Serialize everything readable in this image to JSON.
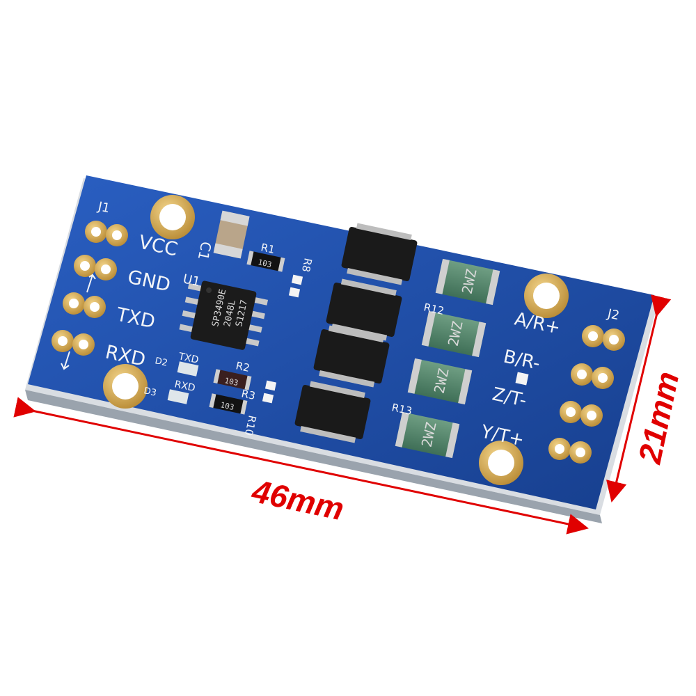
{
  "board": {
    "header_left": "J1",
    "header_right": "J2",
    "left_pins": [
      "VCC",
      "GND",
      "TXD",
      "RXD"
    ],
    "right_pins": [
      "A/R+",
      "B/R-",
      "Z/T-",
      "Y/T+"
    ],
    "ic_lines": [
      "SP3490E",
      "2048L",
      "S1217"
    ],
    "fuse_label": "2WZ",
    "resistor_code": "103",
    "led_labels": [
      "TXD",
      "RXD"
    ],
    "ref_labels": [
      "R1",
      "R2",
      "R3",
      "R8",
      "R10",
      "R12",
      "R13",
      "D2",
      "D3",
      "U1",
      "C1"
    ],
    "colors": {
      "pcb": "#1f4fa8",
      "gold": "#d8b25e",
      "dimension": "#e00000"
    }
  },
  "dimensions": {
    "width": "46mm",
    "height": "21mm"
  }
}
